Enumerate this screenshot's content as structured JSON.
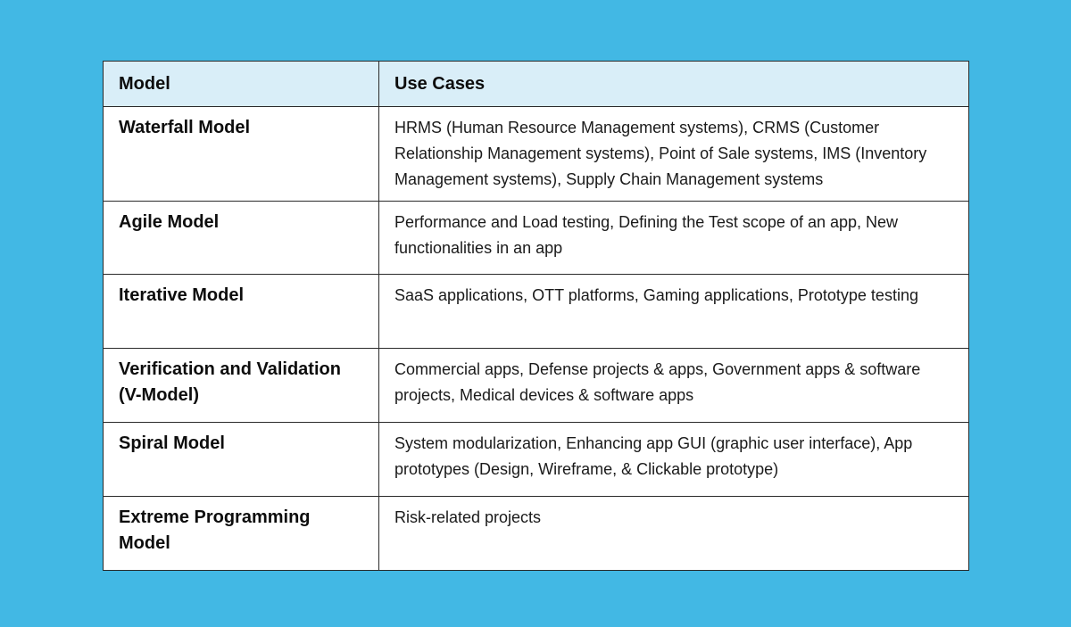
{
  "table": {
    "headers": {
      "model": "Model",
      "use_cases": "Use Cases"
    },
    "rows": [
      {
        "model": "Waterfall Model",
        "use_cases": "HRMS (Human Resource Management systems), CRMS (Customer Relationship Management systems), Point of Sale systems, IMS (Inventory Management systems), Supply Chain Management systems"
      },
      {
        "model": "Agile Model",
        "use_cases": "Performance and Load testing, Defining the Test scope of an app, New functionalities in an app"
      },
      {
        "model": "Iterative Model",
        "use_cases": "SaaS applications, OTT platforms, Gaming applications, Prototype testing"
      },
      {
        "model": "Verification and Validation (V-Model)",
        "use_cases": "Commercial apps, Defense projects & apps, Government apps & software projects, Medical devices & software apps"
      },
      {
        "model": "Spiral Model",
        "use_cases": "System modularization, Enhancing app GUI (graphic user interface), App prototypes (Design, Wireframe, & Clickable prototype)"
      },
      {
        "model": "Extreme Programming Model",
        "use_cases": "Risk-related projects"
      }
    ]
  },
  "colors": {
    "background": "#42b8e4",
    "header_fill": "#d9eef8",
    "border": "#2a2a2a"
  }
}
